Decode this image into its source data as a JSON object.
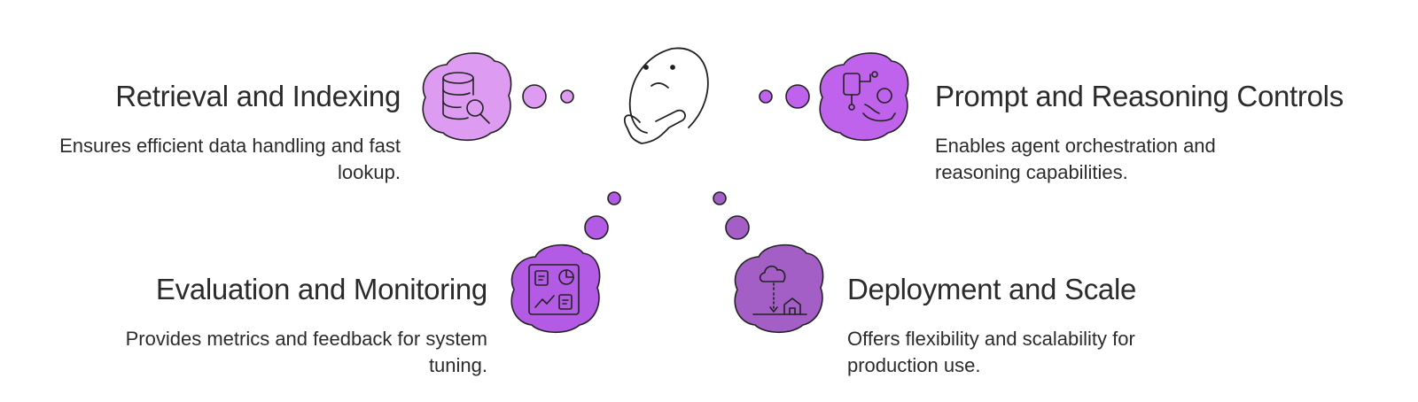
{
  "colors": {
    "retrieval": "#dd9cf2",
    "prompt": "#c063ec",
    "evaluation": "#b45be6",
    "deployment": "#a45fc6",
    "outline": "#222222",
    "text": "#2b2b2b"
  },
  "center": {
    "icon": "thinking-face-icon"
  },
  "items": [
    {
      "key": "retrieval",
      "title": "Retrieval and Indexing",
      "description": "Ensures efficient data handling and fast lookup.",
      "icon": "database-search-icon"
    },
    {
      "key": "prompt",
      "title": "Prompt and Reasoning Controls",
      "description": "Enables agent orchestration and reasoning capabilities.",
      "icon": "flow-hand-icon"
    },
    {
      "key": "evaluation",
      "title": "Evaluation and Monitoring",
      "description": "Provides metrics and feedback for system tuning.",
      "icon": "dashboard-icon"
    },
    {
      "key": "deployment",
      "title": "Deployment and Scale",
      "description": "Offers flexibility and scalability for production use.",
      "icon": "cloud-house-icon"
    }
  ]
}
